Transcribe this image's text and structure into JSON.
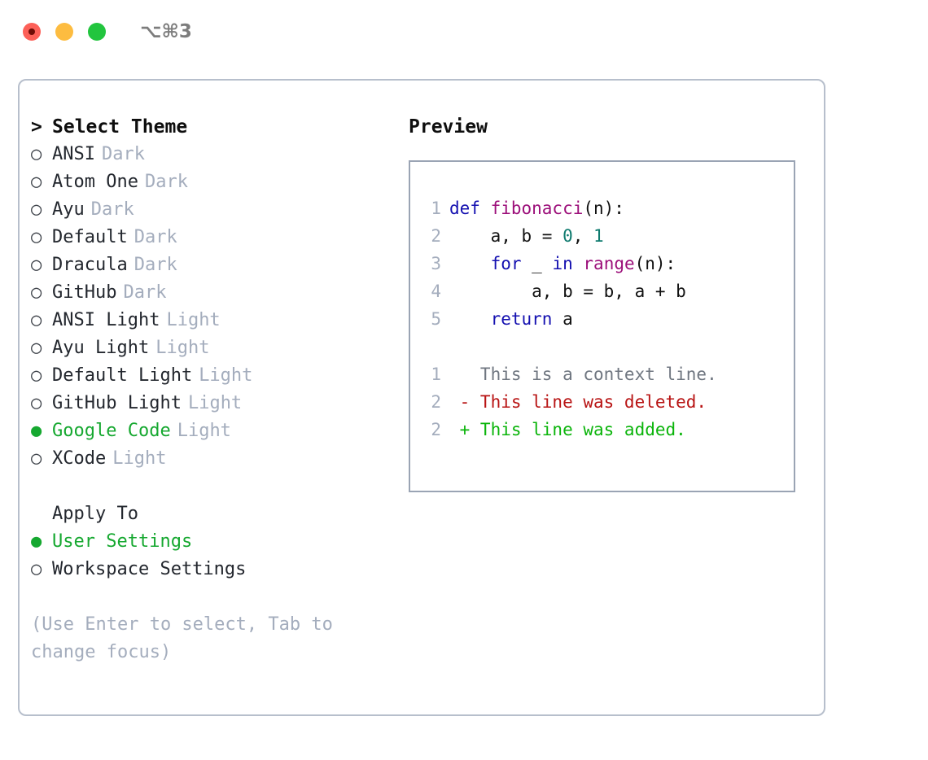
{
  "titlebar": {
    "shortcut": "⌥⌘3",
    "buttons": [
      {
        "name": "close",
        "color": "#fc6058"
      },
      {
        "name": "minimize",
        "color": "#fdbc40"
      },
      {
        "name": "maximize",
        "color": "#22c53e"
      }
    ]
  },
  "theme_picker": {
    "caret": ">",
    "heading": "Select Theme",
    "bullet_unselected": "○",
    "bullet_selected": "●",
    "items": [
      {
        "bullet": "○",
        "name": "ANSI",
        "badge": "Dark",
        "selected": false
      },
      {
        "bullet": "○",
        "name": "Atom One",
        "badge": "Dark",
        "selected": false
      },
      {
        "bullet": "○",
        "name": "Ayu",
        "badge": "Dark",
        "selected": false
      },
      {
        "bullet": "○",
        "name": "Default",
        "badge": "Dark",
        "selected": false
      },
      {
        "bullet": "○",
        "name": "Dracula",
        "badge": "Dark",
        "selected": false
      },
      {
        "bullet": "○",
        "name": "GitHub",
        "badge": "Dark",
        "selected": false
      },
      {
        "bullet": "○",
        "name": "ANSI Light",
        "badge": "Light",
        "selected": false
      },
      {
        "bullet": "○",
        "name": "Ayu Light",
        "badge": "Light",
        "selected": false
      },
      {
        "bullet": "○",
        "name": "Default Light",
        "badge": "Light",
        "selected": false
      },
      {
        "bullet": "○",
        "name": "GitHub Light",
        "badge": "Light",
        "selected": false
      },
      {
        "bullet": "●",
        "name": "Google Code",
        "badge": "Light",
        "selected": true
      },
      {
        "bullet": "○",
        "name": "XCode",
        "badge": "Light",
        "selected": false
      }
    ]
  },
  "apply_to": {
    "label": "Apply To",
    "options": [
      {
        "bullet": "●",
        "name": "User Settings",
        "selected": true
      },
      {
        "bullet": "○",
        "name": "Workspace Settings",
        "selected": false
      }
    ]
  },
  "hint": "(Use Enter to select, Tab to\nchange focus)",
  "preview": {
    "title": "Preview",
    "code_lines": [
      {
        "number": "1",
        "tokens": [
          {
            "t": "def ",
            "c": "kw"
          },
          {
            "t": "fibonacci",
            "c": "fn"
          },
          {
            "t": "(n):",
            "c": "pln"
          }
        ]
      },
      {
        "number": "2",
        "tokens": [
          {
            "t": "    a, b = ",
            "c": "pln"
          },
          {
            "t": "0",
            "c": "num"
          },
          {
            "t": ", ",
            "c": "pln"
          },
          {
            "t": "1",
            "c": "num"
          }
        ]
      },
      {
        "number": "3",
        "tokens": [
          {
            "t": "    ",
            "c": "pln"
          },
          {
            "t": "for",
            "c": "kw"
          },
          {
            "t": " _ ",
            "c": "pln"
          },
          {
            "t": "in",
            "c": "kw"
          },
          {
            "t": " ",
            "c": "pln"
          },
          {
            "t": "range",
            "c": "fn"
          },
          {
            "t": "(n):",
            "c": "pln"
          }
        ]
      },
      {
        "number": "4",
        "tokens": [
          {
            "t": "        a, b = b, a + b",
            "c": "pln"
          }
        ]
      },
      {
        "number": "5",
        "tokens": [
          {
            "t": "    ",
            "c": "pln"
          },
          {
            "t": "return",
            "c": "kw"
          },
          {
            "t": " a",
            "c": "pln"
          }
        ]
      },
      {
        "number": "",
        "tokens": []
      },
      {
        "number": "1",
        "tokens": [
          {
            "t": "   This is a context line.",
            "c": "ctx"
          }
        ]
      },
      {
        "number": "2",
        "tokens": [
          {
            "t": " - This line was deleted.",
            "c": "del"
          }
        ]
      },
      {
        "number": "2",
        "tokens": [
          {
            "t": " + This line was added.",
            "c": "add"
          }
        ]
      }
    ]
  },
  "colors": {
    "accent_green": "#16a830",
    "badge_gray": "#a4adbd",
    "border": "#b7bfcc",
    "preview_border": "#9aa4b4",
    "keyword": "#1410b0",
    "function": "#9c0f7a",
    "number": "#0e7a6e",
    "diff_deleted": "#b81414",
    "diff_added": "#0ab40a",
    "diff_context": "#6f7680"
  }
}
